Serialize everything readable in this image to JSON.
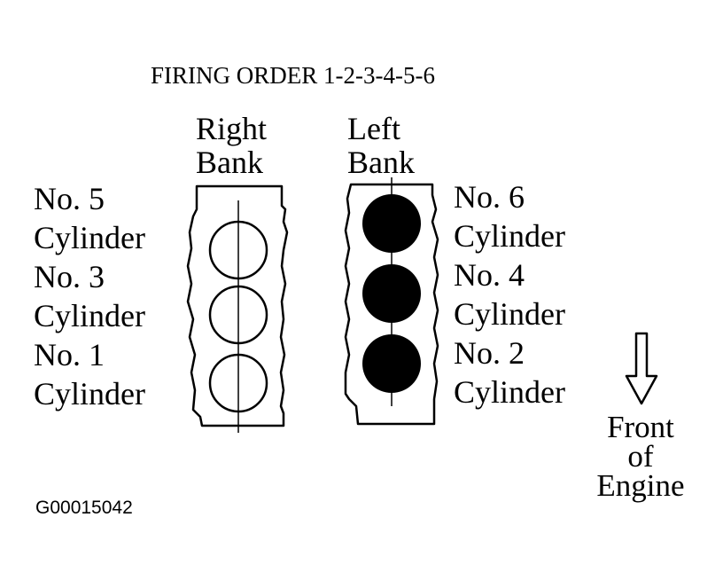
{
  "title": "FIRING ORDER 1-2-3-4-5-6",
  "right_bank": {
    "line1": "Right",
    "line2": "Bank"
  },
  "left_bank": {
    "line1": "Left",
    "line2": "Bank"
  },
  "right_cylinders": [
    {
      "number": "No. 5",
      "word": "Cylinder"
    },
    {
      "number": "No. 3",
      "word": "Cylinder"
    },
    {
      "number": "No. 1",
      "word": "Cylinder"
    }
  ],
  "left_cylinders": [
    {
      "number": "No. 6",
      "word": "Cylinder"
    },
    {
      "number": "No. 4",
      "word": "Cylinder"
    },
    {
      "number": "No. 2",
      "word": "Cylinder"
    }
  ],
  "front_label": {
    "line1": "Front",
    "line2": "of",
    "line3": "Engine"
  },
  "figure_id": "G00015042",
  "colors": {
    "ink": "#000000",
    "paper": "#ffffff"
  }
}
